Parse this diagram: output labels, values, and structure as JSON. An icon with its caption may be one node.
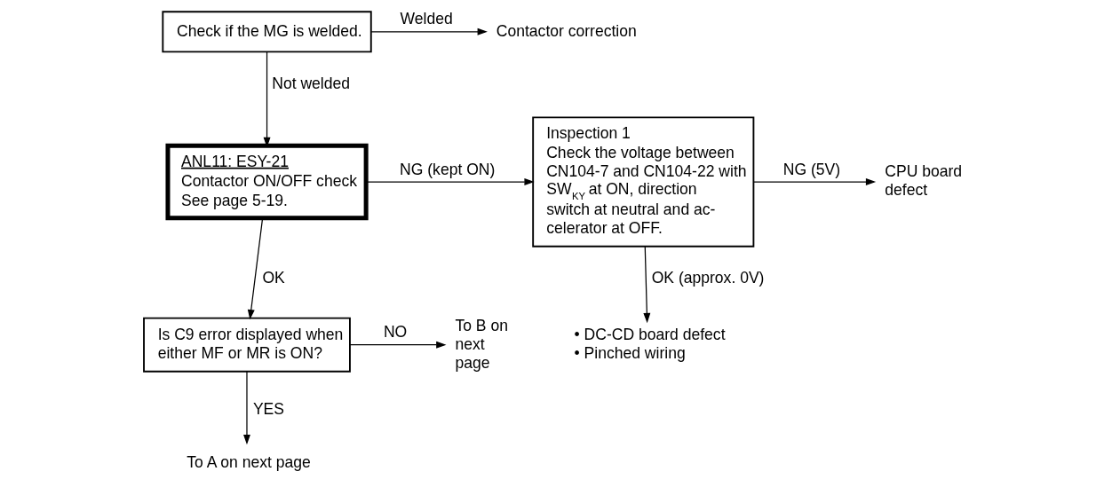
{
  "diagram": {
    "nodes": [
      {
        "text": [
          "Check if the MG is welded."
        ]
      },
      {
        "text": [
          "Contactor correction"
        ]
      },
      {
        "text": [
          "ANL11: ESY-21",
          "Contactor ON/OFF check See page 5-19."
        ]
      },
      {
        "text": [
          "Inspection 1",
          "Check the voltage between CN104-7 and CN104-22 with SW$_{KY}$ at ON, direction switch at neutral and ac- celerator at OFF."
        ]
      },
      {
        "text": [
          "CPU board defect"
        ]
      },
      {
        "text": [
          "Is C9 error displayed when either MF or MR is ON?"
        ]
      },
      {
        "text": [
          "To B on next page"
        ]
      },
      {
        "text": [
          "To A on next page"
        ]
      },
      {
        "text": [
          "• DC-CD board defect",
          "• Pinched wiring"
        ]
      }
    ],
    "edges": [
      {
        "from": 0,
        "to": 1,
        "arrow": "to",
        "label": "Welded"
      },
      {
        "from": 0,
        "to": 2,
        "arrow": "to",
        "label": "Not welded"
      },
      {
        "from": 2,
        "to": 3,
        "arrow": "to",
        "label": "NG (kept ON)"
      },
      {
        "from": 3,
        "to": 4,
        "arrow": "to",
        "label": "NG (5V)"
      },
      {
        "from": 2,
        "to": 5,
        "arrow": "to",
        "label": "OK"
      },
      {
        "from": 5,
        "to": 6,
        "arrow": "to",
        "label": "NO"
      },
      {
        "from": 5,
        "to": 7,
        "arrow": "to",
        "label": "YES"
      },
      {
        "from": 3,
        "to": 8,
        "arrow": "to",
        "label": "OK (approx. 0V)"
      }
    ]
  }
}
